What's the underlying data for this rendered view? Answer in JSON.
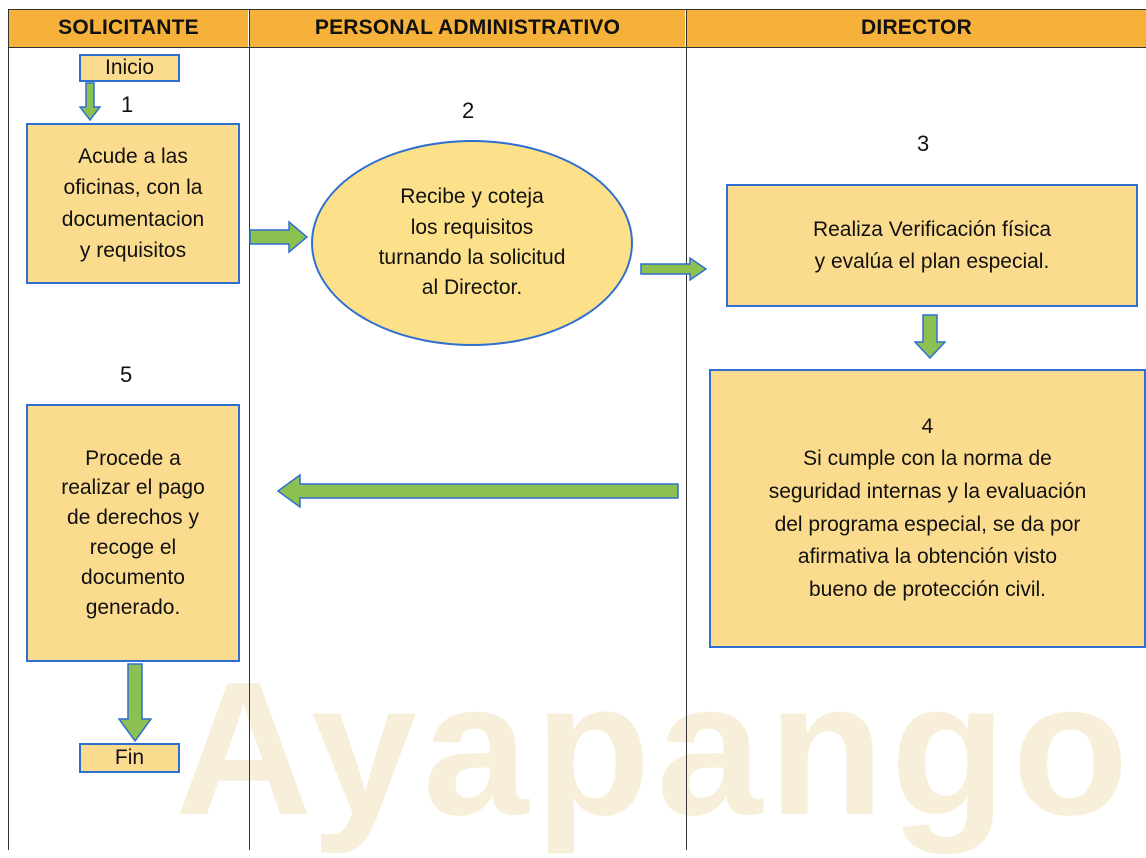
{
  "headers": {
    "solicitante": "SOLICITANTE",
    "personal": "PERSONAL ADMINISTRATIVO",
    "director": "DIRECTOR"
  },
  "start": "Inicio",
  "end": "Fin",
  "steps": {
    "s1": {
      "num": "1",
      "text": "Acude a las\noficinas, con la\ndocumentacion\ny requisitos"
    },
    "s2": {
      "num": "2",
      "text": "Recibe y coteja\nlos requisitos\nturnando la solicitud\nal Director."
    },
    "s3": {
      "num": "3",
      "text": "Realiza Verificación física\ny evalúa el plan especial."
    },
    "s4": {
      "num": "4",
      "text": "Si cumple con la norma de\nseguridad internas y la evaluación\ndel programa especial, se da por\nafirmativa la obtención visto\nbueno de protección civil."
    },
    "s5": {
      "num": "5",
      "text": "Procede a\nrealizar el pago\nde derechos y\nrecoge el\ndocumento\ngenerado."
    }
  },
  "watermark": "Ayapango",
  "colors": {
    "header_fill": "#f5b13a",
    "box_fill": "#fbdc8e",
    "box_border": "#2f6fd0",
    "arrow_fill": "#8cc152",
    "arrow_stroke": "#2f6fd0"
  }
}
